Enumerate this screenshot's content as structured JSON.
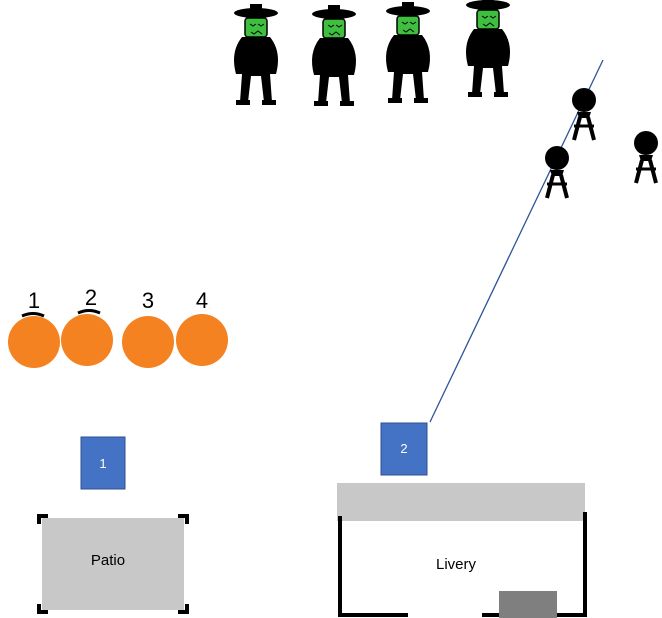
{
  "orange_markers": [
    {
      "label": "1"
    },
    {
      "label": "2"
    },
    {
      "label": "3"
    },
    {
      "label": "4"
    }
  ],
  "blue_markers": [
    {
      "label": "1"
    },
    {
      "label": "2"
    }
  ],
  "buildings": {
    "patio": {
      "label": "Patio"
    },
    "livery": {
      "label": "Livery"
    }
  },
  "colors": {
    "orange": "#f58220",
    "blue_square": "#4472c4",
    "building_gray": "#c8c8c8",
    "door_gray": "#7f7f7f",
    "sightline": "#2f5597",
    "figure_face": "#3fbf3f",
    "figure_body": "#000000"
  },
  "icons": {
    "hat_figure": "green-faced-figure-icon",
    "stick_figure": "round-head-figure-icon"
  }
}
